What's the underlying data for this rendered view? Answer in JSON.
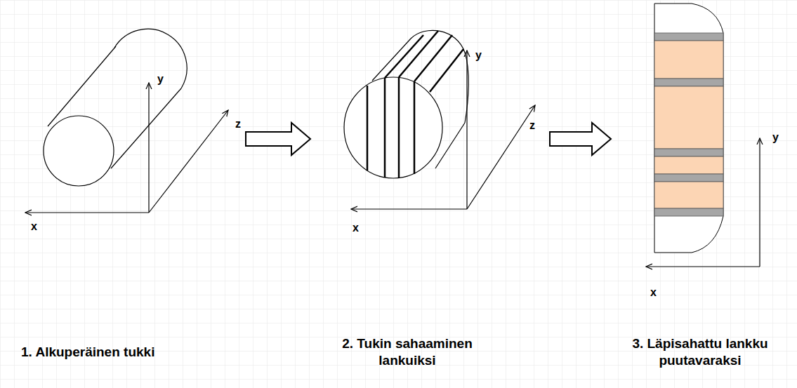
{
  "diagram": {
    "labels": [
      "y",
      "z",
      "x",
      "y",
      "z",
      "x",
      "y",
      "x",
      "1. Alkuperäinen tukki",
      "2. Tukin sahaaminen lankuiksi",
      "3. Läpisahattu lankku puutavaraksi"
    ]
  }
}
